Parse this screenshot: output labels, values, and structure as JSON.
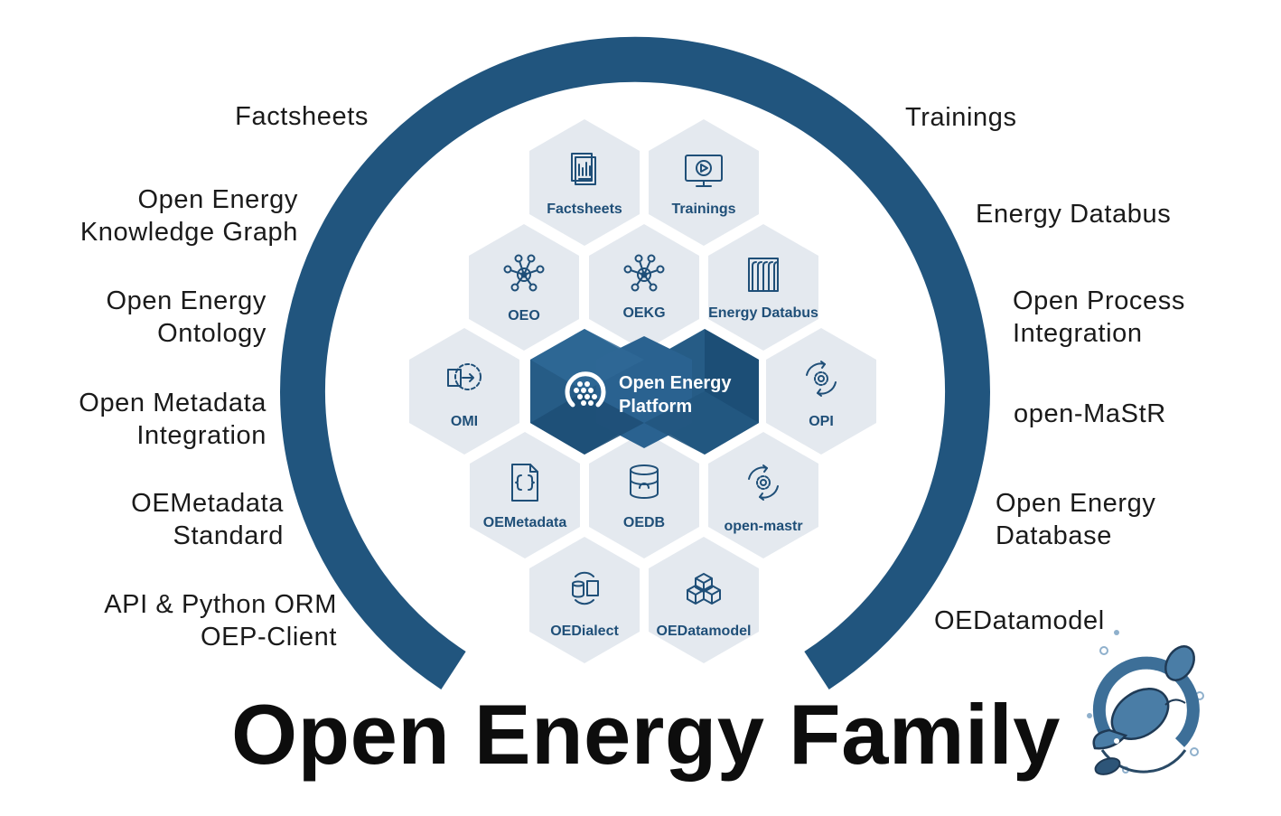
{
  "title": "Open Energy Family",
  "center": {
    "line1": "Open Energy",
    "line2": "Platform"
  },
  "hexagons": [
    {
      "label": "Factsheets",
      "icon": "documents-icon"
    },
    {
      "label": "Trainings",
      "icon": "monitor-play-icon"
    },
    {
      "label": "OEO",
      "icon": "network-icon"
    },
    {
      "label": "OEKG",
      "icon": "network-icon"
    },
    {
      "label": "Energy Databus",
      "icon": "databus-icon"
    },
    {
      "label": "OMI",
      "icon": "code-gear-icon"
    },
    {
      "label": "OPI",
      "icon": "gear-cycle-icon"
    },
    {
      "label": "OEMetadata",
      "icon": "json-file-icon"
    },
    {
      "label": "OEDB",
      "icon": "database-icon"
    },
    {
      "label": "open-mastr",
      "icon": "gear-cycle-icon"
    },
    {
      "label": "OEDialect",
      "icon": "db-code-sync-icon"
    },
    {
      "label": "OEDatamodel",
      "icon": "cubes-icon"
    }
  ],
  "left_labels": [
    {
      "lines": [
        "Factsheets"
      ]
    },
    {
      "lines": [
        "Open Energy",
        "Knowledge Graph"
      ]
    },
    {
      "lines": [
        "Open Energy",
        "Ontology"
      ]
    },
    {
      "lines": [
        "Open Metadata",
        "Integration"
      ]
    },
    {
      "lines": [
        "OEMetadata",
        "Standard"
      ]
    },
    {
      "lines": [
        "API & Python ORM",
        "OEP-Client"
      ]
    }
  ],
  "right_labels": [
    {
      "lines": [
        "Trainings"
      ]
    },
    {
      "lines": [
        "Energy Databus"
      ]
    },
    {
      "lines": [
        "Open Process",
        "Integration"
      ]
    },
    {
      "lines": [
        "open-MaStR"
      ]
    },
    {
      "lines": [
        "Open Energy",
        "Database"
      ]
    },
    {
      "lines": [
        "OEDatamodel"
      ]
    }
  ],
  "colors": {
    "arc": "#21557e",
    "hex_fill": "#e4e9ef",
    "hex_text": "#1f4f78",
    "center_dark": "#1d5077",
    "center_light": "#2d6591",
    "mascot": "#3d6f98"
  }
}
